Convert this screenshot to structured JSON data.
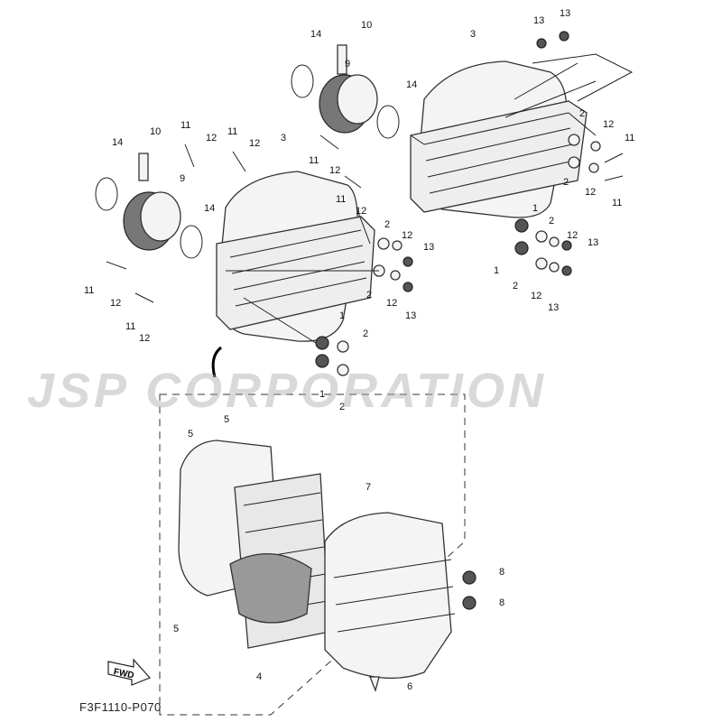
{
  "diagram": {
    "part_code": "F3F1110-P070",
    "fwd_label": "FWD",
    "watermark": "JSP CORPORATION",
    "callouts": [
      "13",
      "13",
      "10",
      "3",
      "14",
      "9",
      "14",
      "2",
      "12",
      "11",
      "2",
      "12",
      "11",
      "11",
      "12",
      "11",
      "12",
      "1",
      "2",
      "12",
      "13",
      "1",
      "2",
      "12",
      "13",
      "10",
      "14",
      "11",
      "12",
      "11",
      "12",
      "3",
      "9",
      "14",
      "2",
      "12",
      "13",
      "2",
      "12",
      "13",
      "11",
      "12",
      "11",
      "12",
      "1",
      "2",
      "1",
      "2",
      "5",
      "5",
      "7",
      "8",
      "8",
      "5",
      "4",
      "6"
    ]
  }
}
